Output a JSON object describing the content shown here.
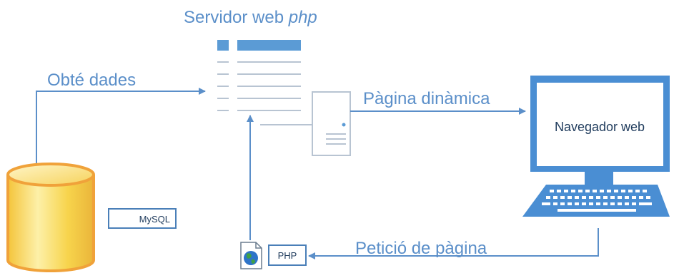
{
  "labels": {
    "server_title": "Servidor web ",
    "server_title_italic": "php",
    "gets_data": "Obté dades",
    "dynamic_page": "Pàgina dinàmica",
    "page_request": "Petició de pàgina",
    "browser": "Navegador web",
    "database_tag": "MySQL",
    "php_tag": "PHP"
  },
  "colors": {
    "connector": "#5b8fc9",
    "label_text": "#5b8fc9",
    "server_block": "#5b9bd5",
    "server_lines": "#b8c4d2",
    "monitor": "#4a8ed3",
    "cylinder_fill": "#f7d44c",
    "cylinder_rim": "#f0a23a"
  },
  "icons": [
    "database-cylinder-icon",
    "server-tower-icon",
    "monitor-icon",
    "keyboard-icon",
    "php-file-globe-icon"
  ]
}
